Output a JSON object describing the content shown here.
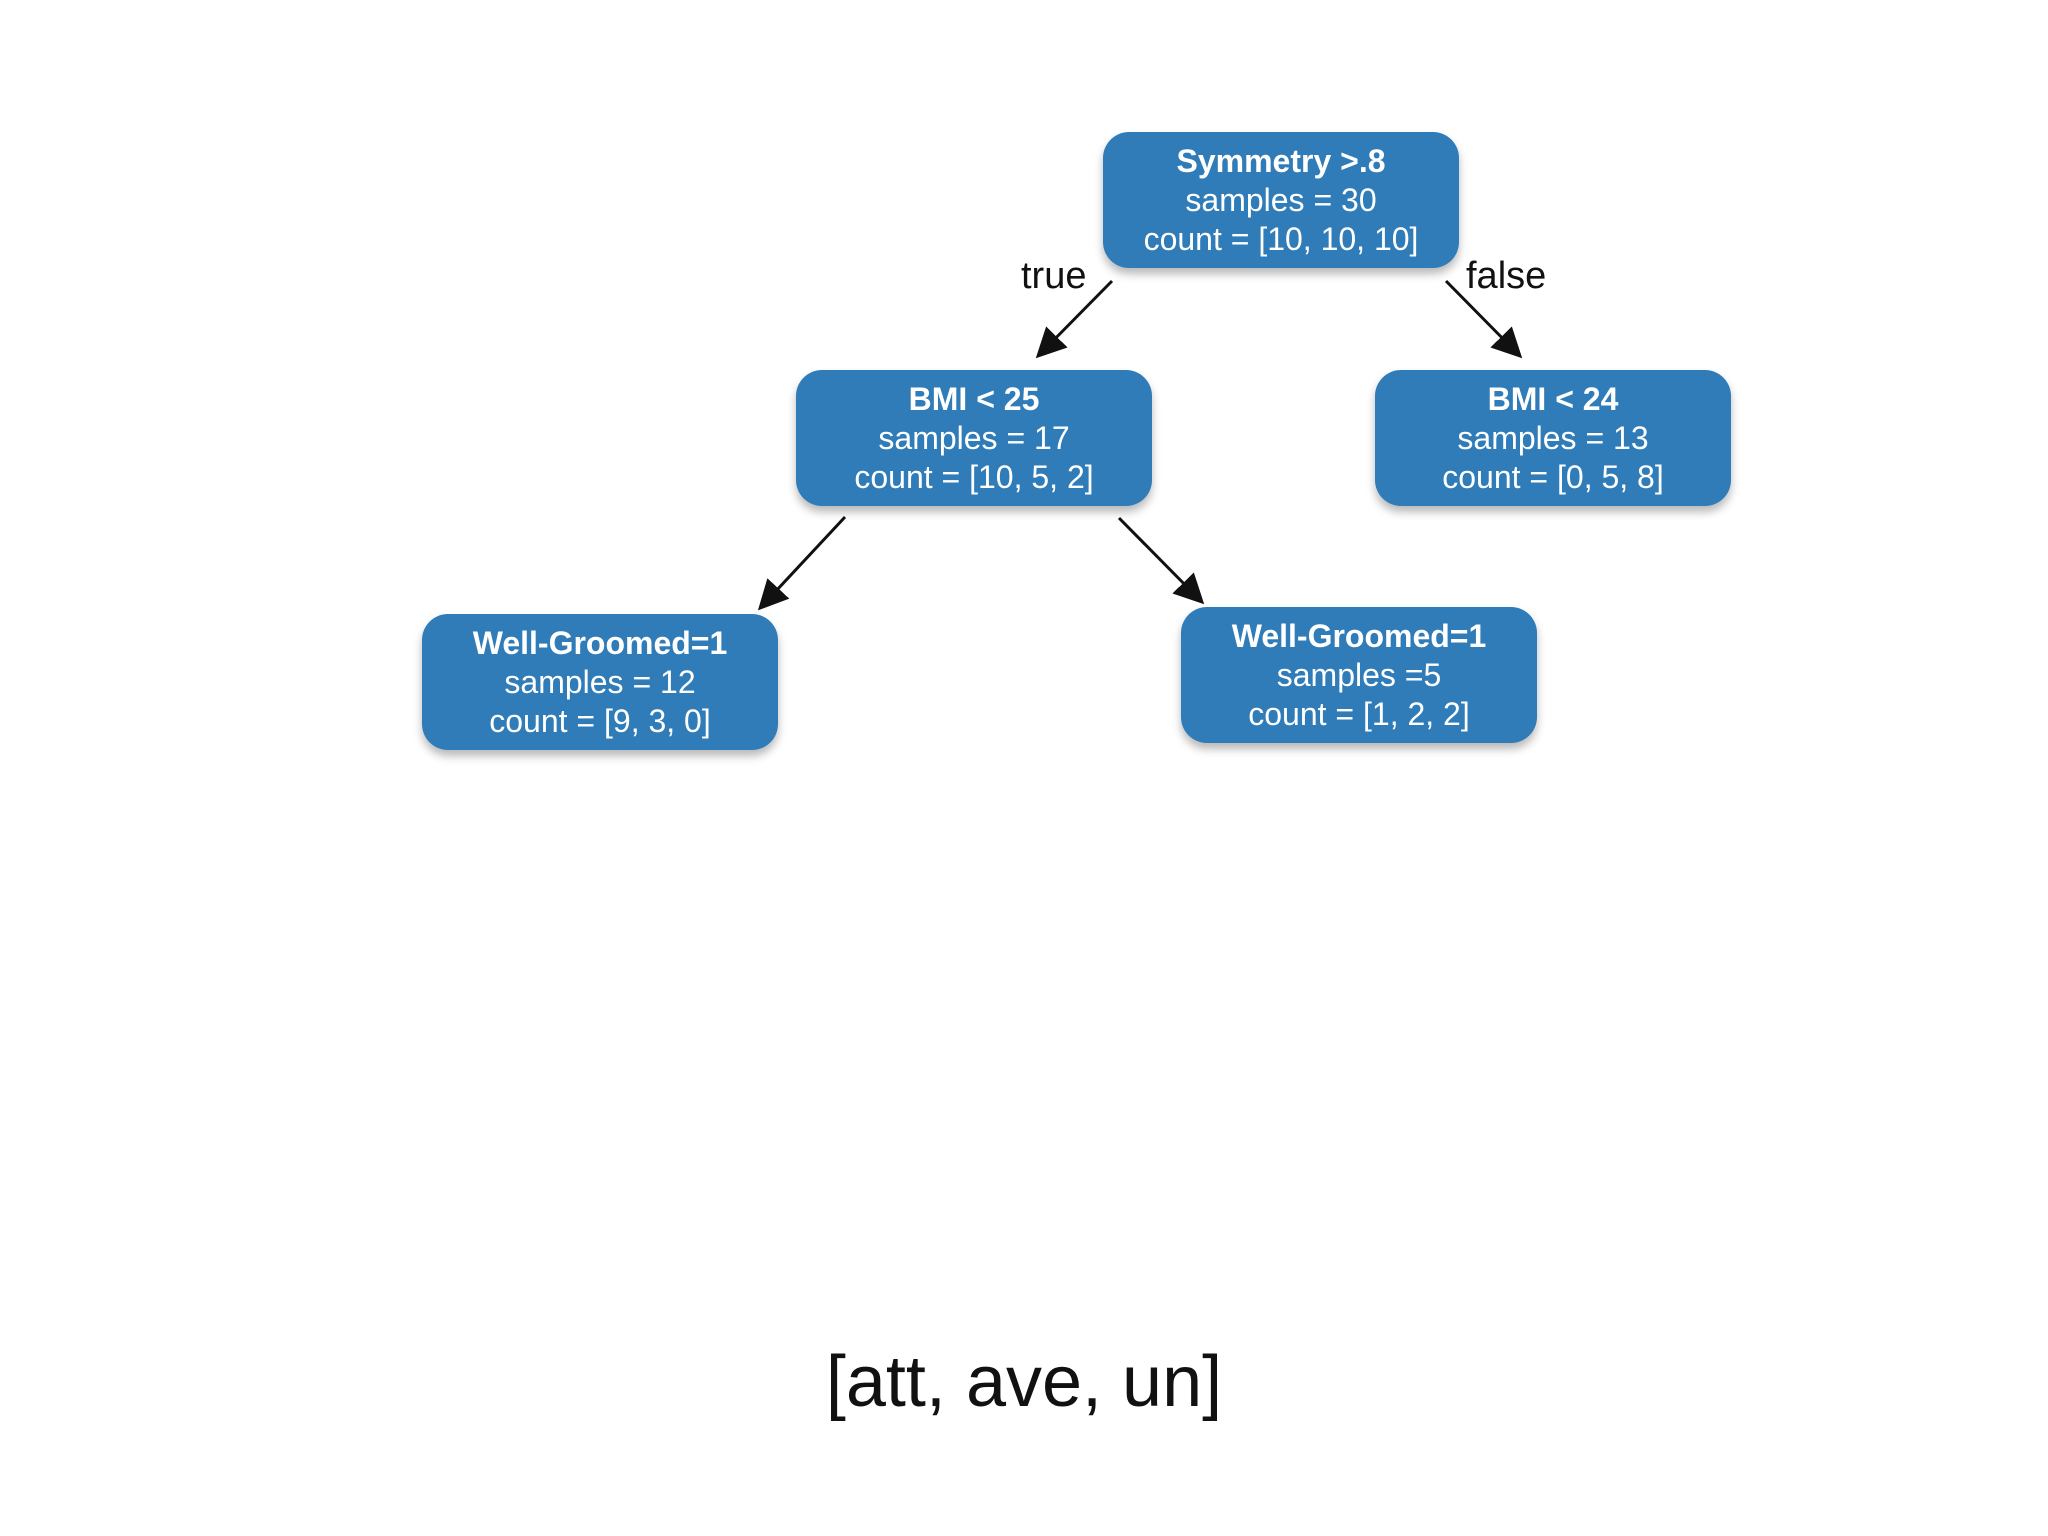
{
  "tree": {
    "root": {
      "title": "Symmetry >.8",
      "samples": "samples = 30",
      "count": "count = [10, 10, 10]"
    },
    "left": {
      "title": "BMI < 25",
      "samples": "samples = 17",
      "count": "count = [10, 5, 2]"
    },
    "right": {
      "title": "BMI < 24",
      "samples": "samples = 13",
      "count": "count = [0, 5, 8]"
    },
    "left_left": {
      "title": "Well-Groomed=1",
      "samples": "samples = 12",
      "count": "count = [9, 3, 0]"
    },
    "left_right": {
      "title": "Well-Groomed=1",
      "samples": "samples =5",
      "count": "count = [1, 2, 2]"
    }
  },
  "edge_labels": {
    "true": "true",
    "false": "false"
  },
  "caption": "[att, ave, un]",
  "colors": {
    "node_fill": "#2f7cb8",
    "node_text": "#ffffff",
    "arrow": "#111111"
  }
}
